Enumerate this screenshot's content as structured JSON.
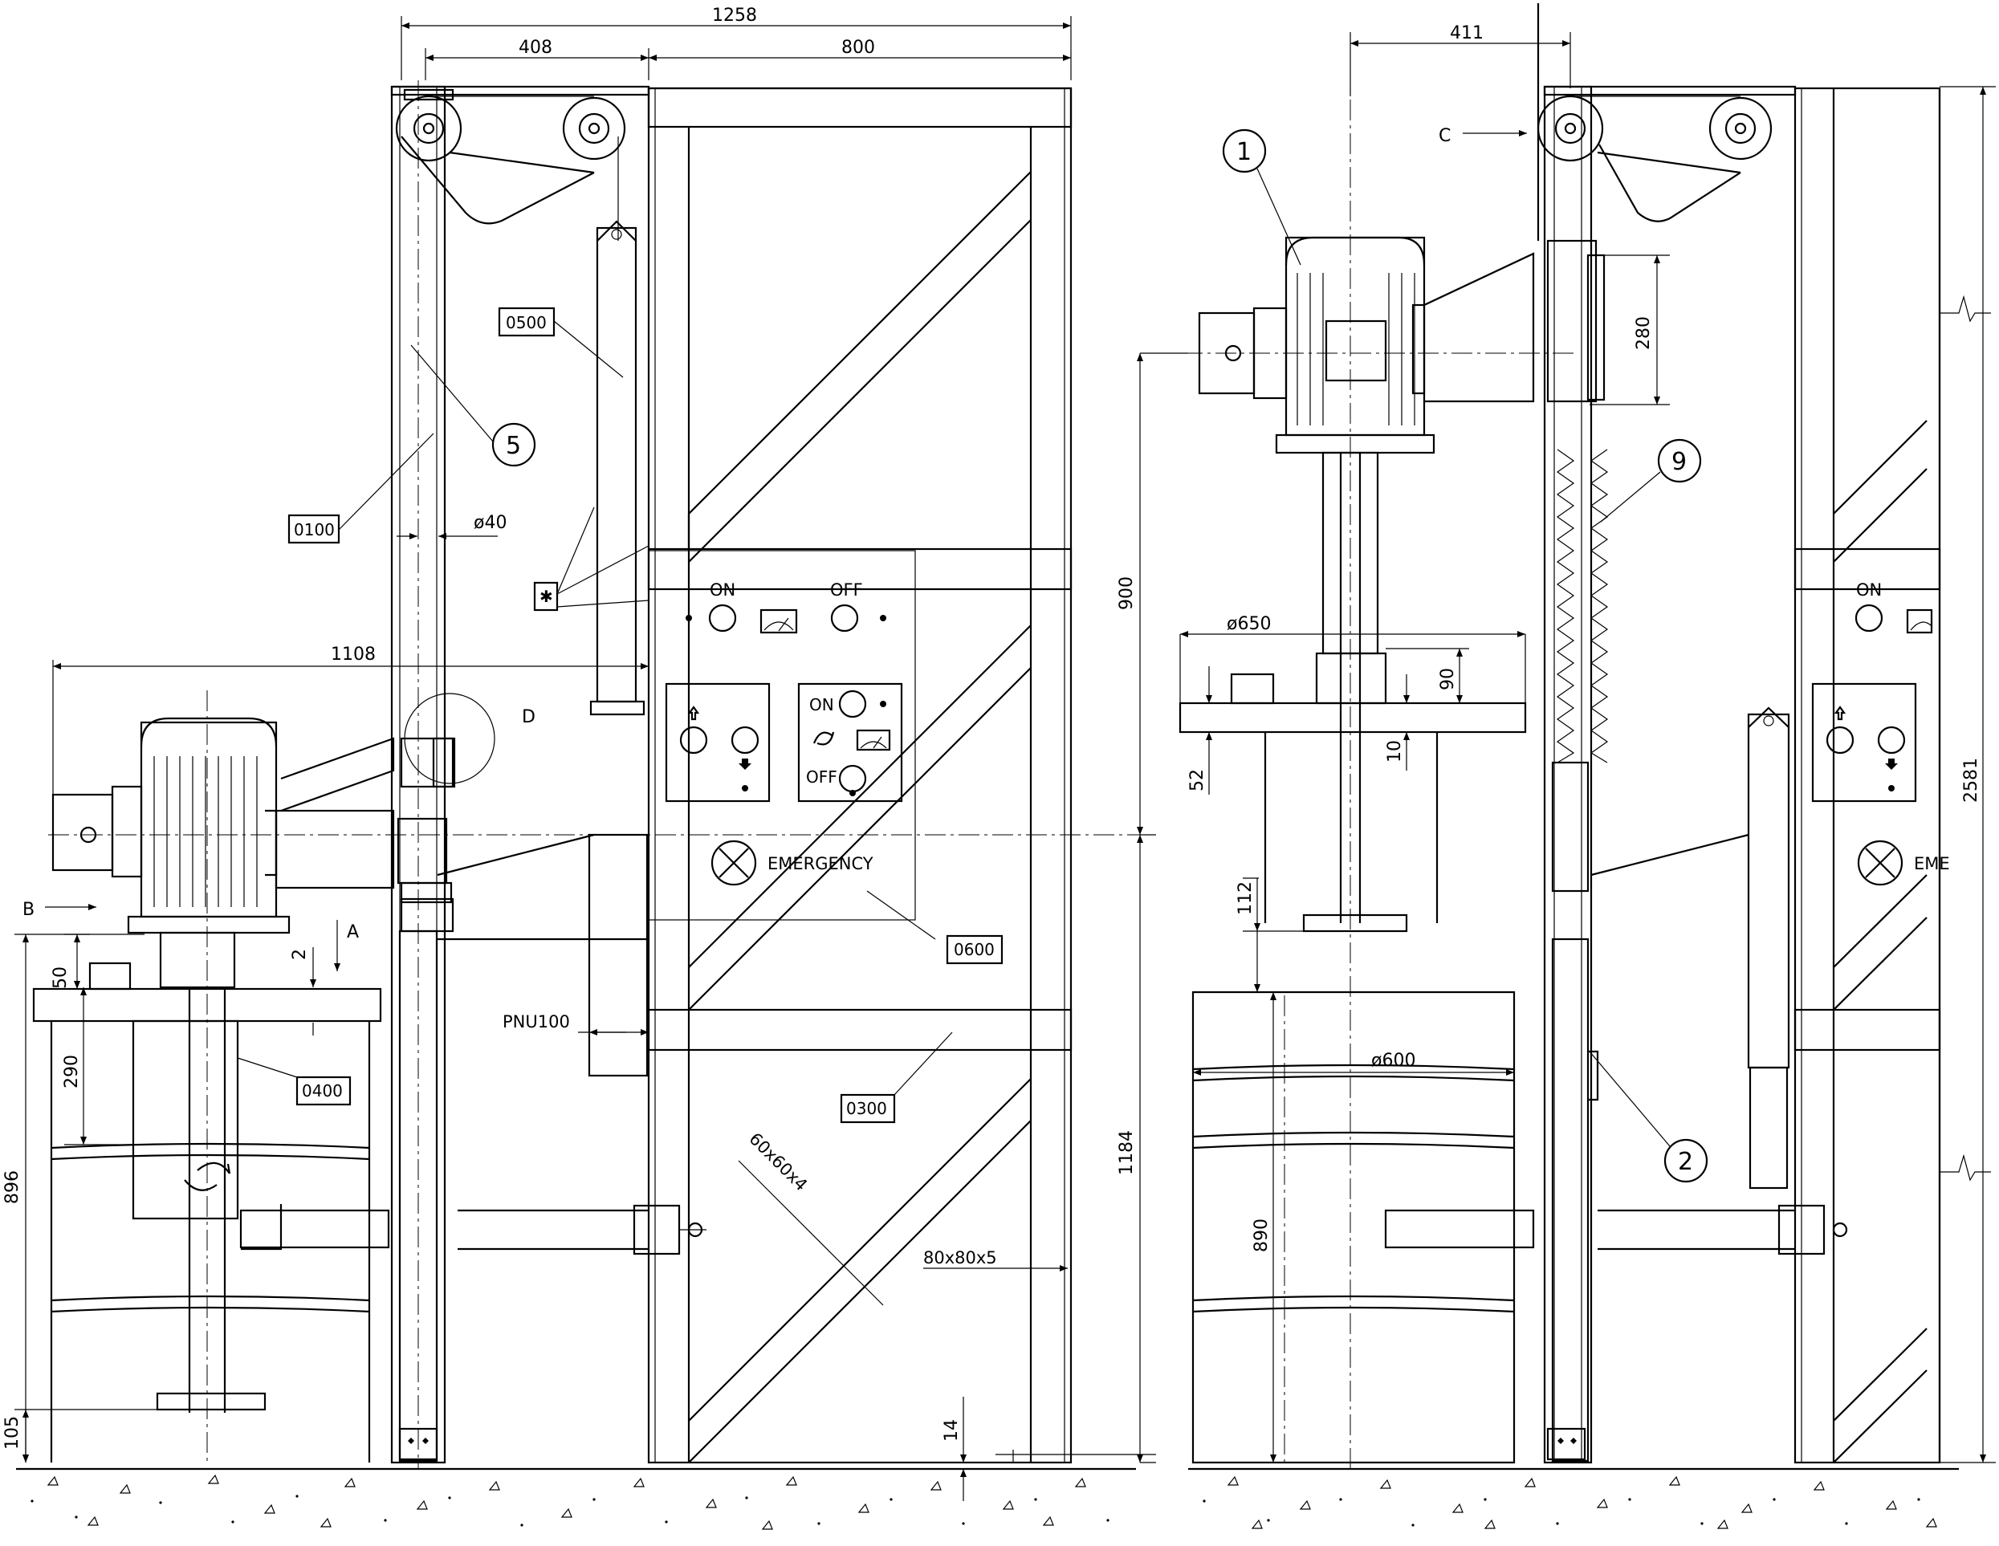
{
  "drawing": {
    "dimensions": {
      "d1258": "1258",
      "d408": "408",
      "d800": "800",
      "d411": "411",
      "d40": "ø40",
      "d1108": "1108",
      "d896": "896",
      "d290": "290",
      "d50": "50",
      "d2": "2",
      "d105": "105",
      "d900": "900",
      "d1184": "1184",
      "d14": "14",
      "d650": "ø650",
      "d90": "90",
      "d10": "10",
      "d52": "52",
      "d112": "112",
      "d600": "ø600",
      "d890": "890",
      "d280": "280",
      "d2581": "2581"
    },
    "profiles": {
      "pnu": "PNU100",
      "tube_diag": "60x60x4",
      "tube_frame": "80x80x5"
    },
    "part_tags": {
      "p0100": "0100",
      "p0200": "0500",
      "p0300": "0300",
      "p0400": "0400",
      "p0600": "0600",
      "star": "✱"
    },
    "balloons": {
      "b1": "1",
      "b2": "2",
      "b5": "5",
      "b9": "9"
    },
    "view_letters": {
      "a": "A",
      "b": "B",
      "c": "C",
      "d": "D"
    },
    "panel": {
      "on": "ON",
      "off": "OFF",
      "on_small": "ON",
      "off_small": "OFF",
      "emergency": "EMERGENCY",
      "emergency_cut": "EME"
    }
  }
}
